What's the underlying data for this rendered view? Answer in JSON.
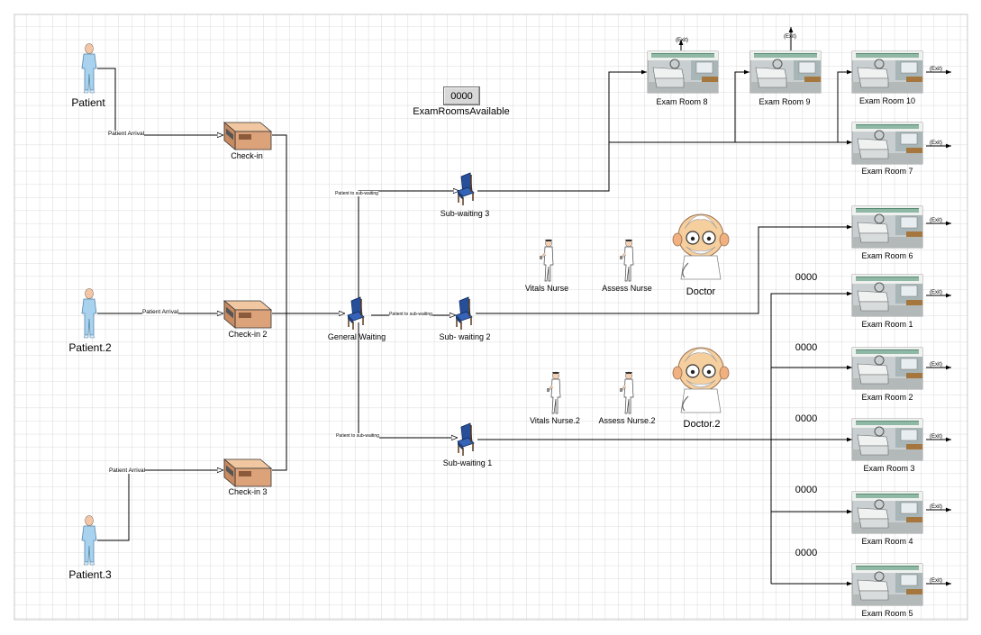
{
  "patients": [
    "Patient",
    "Patient.2",
    "Patient.3"
  ],
  "checkins": [
    "Check-in",
    "Check-in 2",
    "Check-in 3"
  ],
  "arrival_label": "Patient Arrival",
  "to_subwaiting_label": "Patient to sub-waiting",
  "general_waiting": "General Waiting",
  "subwaiting": [
    "Sub-waiting 3",
    "Sub- waiting 2",
    "Sub-waiting 1"
  ],
  "counter": {
    "value": "0000",
    "label": "ExamRoomsAvailable"
  },
  "staff": {
    "vitals_nurse": "Vitals Nurse",
    "assess_nurse": "Assess Nurse",
    "doctor": "Doctor",
    "vitals_nurse_2": "Vitals Nurse.2",
    "assess_nurse_2": "Assess Nurse.2",
    "doctor_2": "Doctor.2"
  },
  "exam_rooms": {
    "r8": "Exam Room 8",
    "r9": "Exam Room 9",
    "r10": "Exam Room 10",
    "r7": "Exam Room 7",
    "r6": "Exam Room 6",
    "r1": "Exam Room 1",
    "r2": "Exam Room 2",
    "r3": "Exam Room 3",
    "r4": "Exam Room 4",
    "r5": "Exam Room 5"
  },
  "exit_label": "(Exit)",
  "queue_counts": [
    "0000",
    "0000",
    "0000",
    "0000",
    "0000"
  ]
}
